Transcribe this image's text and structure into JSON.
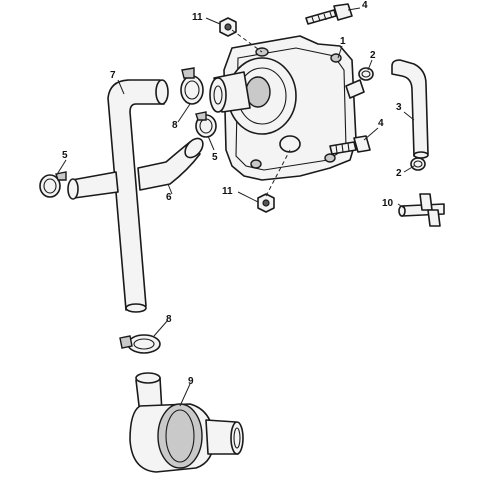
{
  "callouts": [
    {
      "id": "c1",
      "text": "1"
    },
    {
      "id": "c2a",
      "text": "2"
    },
    {
      "id": "c2b",
      "text": "2"
    },
    {
      "id": "c3",
      "text": "3"
    },
    {
      "id": "c4a",
      "text": "4"
    },
    {
      "id": "c4b",
      "text": "4"
    },
    {
      "id": "c5a",
      "text": "5"
    },
    {
      "id": "c5b",
      "text": "5"
    },
    {
      "id": "c6",
      "text": "6"
    },
    {
      "id": "c7",
      "text": "7"
    },
    {
      "id": "c8a",
      "text": "8"
    },
    {
      "id": "c8b",
      "text": "8"
    },
    {
      "id": "c9",
      "text": "9"
    },
    {
      "id": "c10",
      "text": "10"
    },
    {
      "id": "c11a",
      "text": "11"
    },
    {
      "id": "c11b",
      "text": "11"
    }
  ]
}
